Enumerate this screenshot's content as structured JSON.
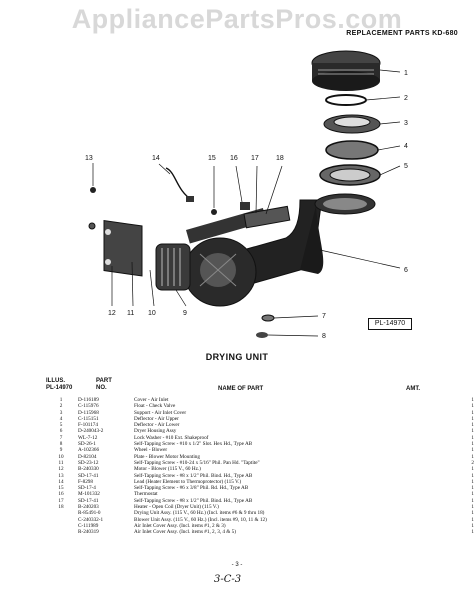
{
  "watermark": "AppliancePartsPros.com",
  "header": "REPLACEMENT PARTS KD-680",
  "plate_label": "PL-14970",
  "callouts": [
    "1",
    "2",
    "3",
    "4",
    "5",
    "6",
    "7",
    "8",
    "9",
    "10",
    "11",
    "12",
    "13",
    "14",
    "15",
    "16",
    "17",
    "18"
  ],
  "section_title": "DRYING UNIT",
  "columns": {
    "illus_1": "ILLUS.",
    "illus_2": "PL-14970",
    "part_1": "PART",
    "part_2": "NO.",
    "name": "NAME OF PART",
    "amt": "AMT."
  },
  "parts": [
    {
      "illus": "1",
      "part": "D-116189",
      "name": "Cover - Air Inlet",
      "amt": "1"
    },
    {
      "illus": "2",
      "part": "C-115976",
      "name": "Float - Check Valve",
      "amt": "1"
    },
    {
      "illus": "3",
      "part": "D-115968",
      "name": "Support - Air Inlet Cover",
      "amt": "1"
    },
    {
      "illus": "4",
      "part": "C-115151",
      "name": "Deflector - Air Upper",
      "amt": "1"
    },
    {
      "illus": "5",
      "part": "F-101174",
      "name": "Deflector - Air Lower",
      "amt": "1"
    },
    {
      "illus": "6",
      "part": "D-240043-2",
      "name": "Dryer Housing Assy",
      "amt": "1"
    },
    {
      "illus": "7",
      "part": "WL-7-12",
      "name": "Lock Washer - #10 Ext. Shakeproof",
      "amt": "1"
    },
    {
      "illus": "8",
      "part": "SD-26-1",
      "name": "Self-Tapping Screw - #10 x 1/2\" Slot. Hex Hd., Type AB",
      "amt": "1"
    },
    {
      "illus": "9",
      "part": "A-102366",
      "name": "Wheel - Blower",
      "amt": "1"
    },
    {
      "illus": "10",
      "part": "D-82104",
      "name": "Plate - Blower Motor Mounting",
      "amt": "1"
    },
    {
      "illus": "11",
      "part": "SD-23-12",
      "name": "Self-Tapping Screw - #10-24 x 5/16\" Phil. Pan Hd. \"Taptite\"",
      "amt": "2"
    },
    {
      "illus": "12",
      "part": "B-240330",
      "name": "Motor - Blower (115 V., 60 Hz.)",
      "amt": "1"
    },
    {
      "illus": "13",
      "part": "SD-17-41",
      "name": "Self-Tapping Screw - #8 x 1/2\" Phil. Bind. Hd., Type AB",
      "amt": "1"
    },
    {
      "illus": "14",
      "part": "F-8298",
      "name": "Lead (Heater Element to Thermoprotector) (115 V.)",
      "amt": "1"
    },
    {
      "illus": "15",
      "part": "SD-17-4",
      "name": "Self-Tapping Screw - #6 x 3/8\" Phil. Rd. Hd., Type AB",
      "amt": "1"
    },
    {
      "illus": "16",
      "part": "M-101332",
      "name": "Thermostat",
      "amt": "1"
    },
    {
      "illus": "17",
      "part": "SD-17-41",
      "name": "Self-Tapping Screw - #8 x 1/2\" Phil. Bind. Hd., Type AB",
      "amt": "1"
    },
    {
      "illus": "18",
      "part": "B-240203",
      "name": "Heater - Open Coil (Dryer Unit) (115 V.)",
      "amt": "1"
    },
    {
      "illus": "",
      "part": "R-85491-0",
      "name": "Drying Unit Assy. (115 V., 60 Hz.) (Incl. items #6 & 9 thru 18)",
      "amt": "1"
    },
    {
      "illus": "",
      "part": "C-240332-1",
      "name": "Blower Unit Assy. (115 V., 60 Hz.) (Incl. items #9, 10, 11 & 12)",
      "amt": "1"
    },
    {
      "illus": "",
      "part": "C-111989",
      "name": "Air Inlet Cover Assy. (Incl. items #1, 2 & 3)",
      "amt": "1"
    },
    {
      "illus": "",
      "part": "R-240319",
      "name": "Air Inlet Cover Assy. (Incl. items #1, 2, 3, 4 & 5)",
      "amt": "1"
    }
  ],
  "page_number": "- 3 -",
  "handwritten_mark": "3-C-3"
}
